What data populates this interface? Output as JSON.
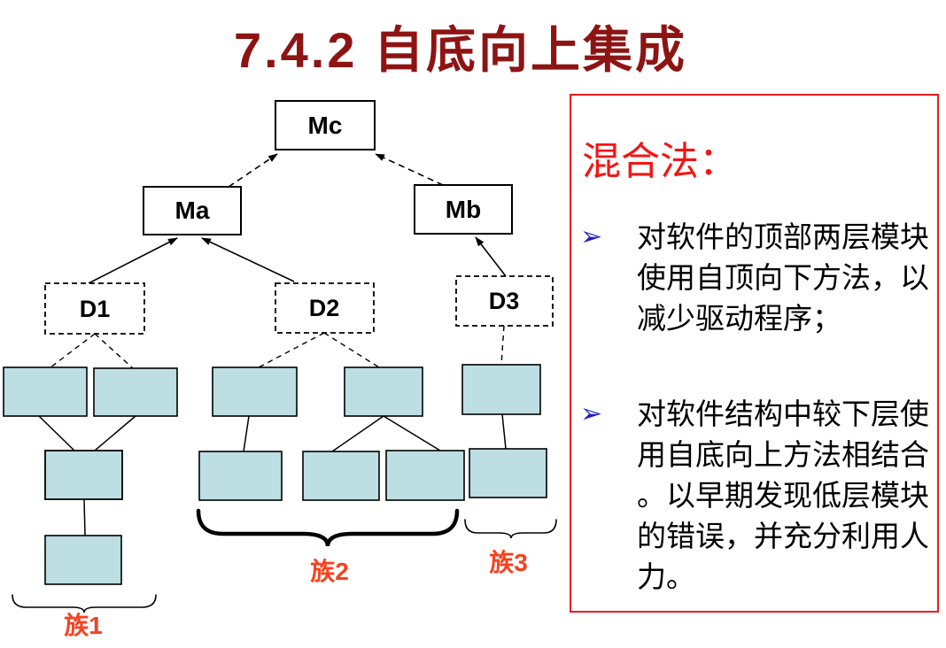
{
  "title": "7.4.2  自底向上集成",
  "colors": {
    "title_text": "#8E1414",
    "panel_border": "#ED1C1C",
    "panel_heading": "#F51414",
    "bullet_arrow": "#2020C8",
    "module_fill": "#BDDEE2",
    "cluster_label": "#F8401E"
  },
  "diagram": {
    "nodes": {
      "mc": "Mc",
      "ma": "Ma",
      "mb": "Mb",
      "d1": "D1",
      "d2": "D2",
      "d3": "D3"
    },
    "node_types": {
      "mc": "module",
      "ma": "module",
      "mb": "module",
      "d1": "driver",
      "d2": "driver",
      "d3": "driver"
    },
    "clusters": [
      {
        "label": "族1",
        "modules": 4
      },
      {
        "label": "族2",
        "modules": 5
      },
      {
        "label": "族3",
        "modules": 2
      }
    ],
    "edges": [
      {
        "from": "Ma",
        "to": "Mc",
        "style": "dashed-arrow"
      },
      {
        "from": "Mb",
        "to": "Mc",
        "style": "dashed-arrow"
      },
      {
        "from": "D1",
        "to": "Ma",
        "style": "solid-arrow"
      },
      {
        "from": "D2",
        "to": "Ma",
        "style": "solid-arrow"
      },
      {
        "from": "D3",
        "to": "Mb",
        "style": "solid-arrow"
      },
      {
        "from": "D1",
        "to": "族1",
        "style": "dashed"
      },
      {
        "from": "D2",
        "to": "族2",
        "style": "dashed"
      },
      {
        "from": "D3",
        "to": "族3",
        "style": "dashed"
      }
    ]
  },
  "panel": {
    "heading": "混合法：",
    "bullet_marker": "➢",
    "bullets": [
      "对软件的顶部两层模块使用自顶向下方法，以减少驱动程序；",
      "对软件结构中较下层使用自底向上方法相结合。以早期发现低层模块的错误，并充分利用人力。"
    ]
  }
}
